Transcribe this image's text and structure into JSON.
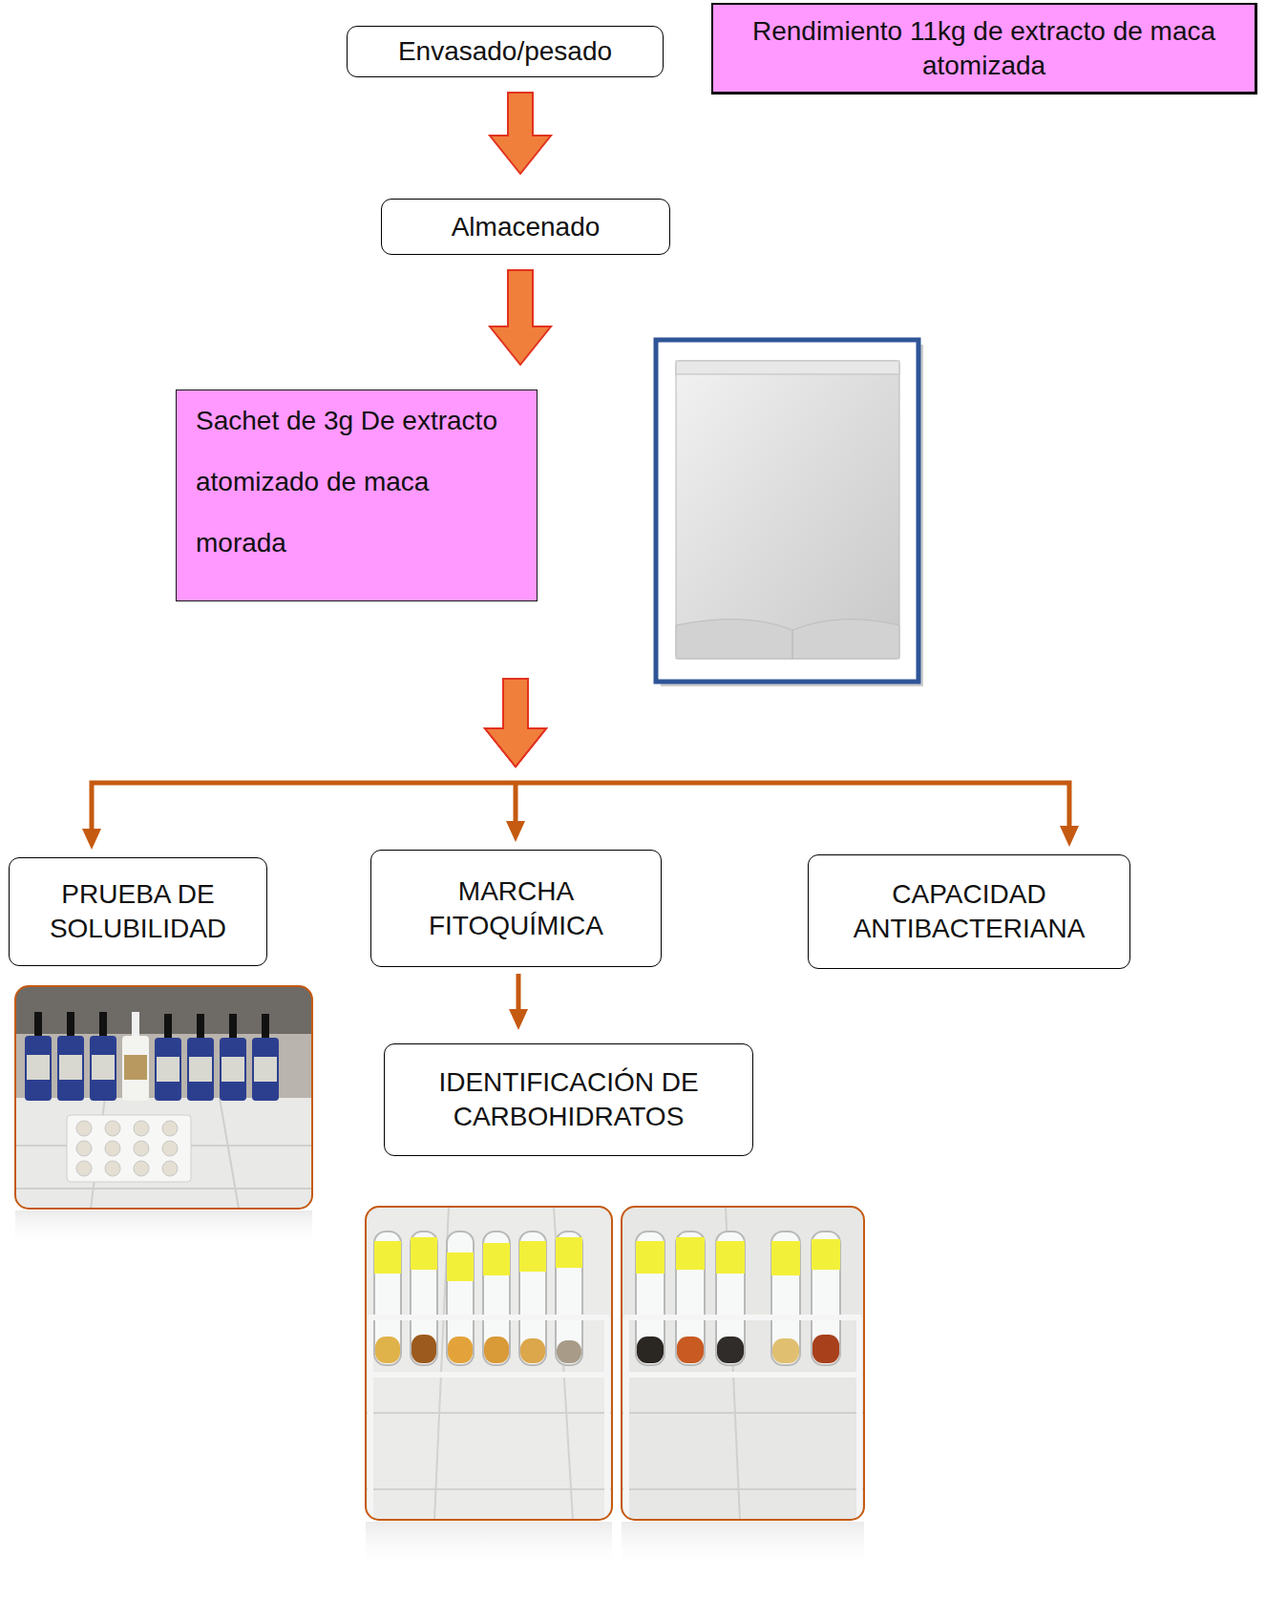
{
  "diagram": {
    "nodes": [
      {
        "text": [
          "Envasado/pesado"
        ]
      },
      {
        "text": [
          "Rendimiento 11kg de extracto de maca atomizada"
        ]
      },
      {
        "text": [
          "Almacenado"
        ]
      },
      {
        "text": [
          "Sachet de 3g De extracto atomizado de maca morada"
        ]
      },
      {
        "text": [
          "PRUEBA DE SOLUBILIDAD"
        ]
      },
      {
        "text": [
          "MARCHA FITOQUÍMICA"
        ]
      },
      {
        "text": [
          "CAPACIDAD ANTIBACTERIANA"
        ]
      },
      {
        "text": [
          "IDENTIFICACIÓN DE CARBOHIDRATOS"
        ]
      }
    ],
    "edges": [
      {
        "from": 0,
        "to": 2,
        "arrow": "to"
      },
      {
        "from": 2,
        "to": 3,
        "arrow": "to"
      },
      {
        "from": 3,
        "to": 4,
        "arrow": "to"
      },
      {
        "from": 3,
        "to": 5,
        "arrow": "to"
      },
      {
        "from": 3,
        "to": 6,
        "arrow": "to"
      },
      {
        "from": 5,
        "to": 7,
        "arrow": "to"
      }
    ]
  }
}
